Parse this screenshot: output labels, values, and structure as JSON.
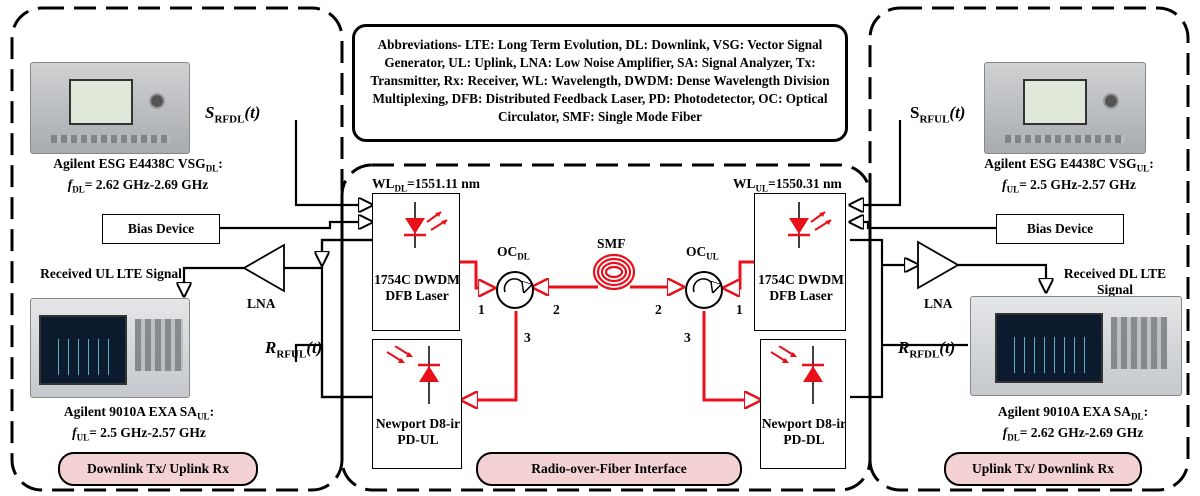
{
  "abbreviations": "Abbreviations- LTE: Long Term Evolution, DL: Downlink, VSG: Vector Signal Generator, UL: Uplink, LNA: Low Noise Amplifier, SA: Signal Analyzer, Tx: Transmitter, Rx: Receiver, WL: Wavelength, DWDM: Dense Wavelength Division Multiplexing, DFB: Distributed Feedback Laser, PD: Photodetector, OC: Optical Circulator, SMF: Single Mode Fiber",
  "left": {
    "vsg": {
      "line1": "Agilent ESG E4438C VSG",
      "line1_sub": "DL",
      "line1_suffix": ":",
      "line2_var": "f",
      "line2_sub": "DL",
      "line2_text": "= 2.62 GHz-2.69 GHz"
    },
    "signal_out": {
      "var": "S",
      "sub": "RFDL",
      "arg": "(t)"
    },
    "bias": "Bias Device",
    "received": "Received UL LTE Signal",
    "lna": "LNA",
    "signal_in": {
      "var": "R",
      "sub": "RFUL",
      "arg": "(t)"
    },
    "sa": {
      "line1": "Agilent 9010A EXA SA",
      "line1_sub": "UL",
      "line1_suffix": ":",
      "line2_var": "f",
      "line2_sub": "UL",
      "line2_text": "= 2.5 GHz-2.57 GHz"
    },
    "section_label": "Downlink Tx/ Uplink Rx"
  },
  "center": {
    "wl_dl": {
      "text": "WL",
      "sub": "DL",
      "value": "=1551.11 nm"
    },
    "wl_ul": {
      "text": "WL",
      "sub": "UL",
      "value": "=1550.31 nm"
    },
    "laser_dl": "1754C DWDM DFB Laser",
    "laser_ul": "1754C DWDM DFB Laser",
    "pd_ul": "Newport D8-ir PD-UL",
    "pd_dl": "Newport D8-ir PD-DL",
    "oc_dl": {
      "text": "OC",
      "sub": "DL"
    },
    "oc_ul": {
      "text": "OC",
      "sub": "UL"
    },
    "smf": "SMF",
    "ports": {
      "dl_1": "1",
      "dl_2": "2",
      "dl_3": "3",
      "ul_1": "1",
      "ul_2": "2",
      "ul_3": "3"
    },
    "section_label": "Radio-over-Fiber Interface"
  },
  "right": {
    "vsg": {
      "line1": "Agilent ESG E4438C VSG",
      "line1_sub": "UL",
      "line1_suffix": ":",
      "line2_var": "f",
      "line2_sub": "UL",
      "line2_text": "= 2.5 GHz-2.57 GHz"
    },
    "signal_out": {
      "var": "S",
      "sub": "RFUL",
      "arg": "(t)"
    },
    "bias": "Bias Device",
    "received": "Received DL LTE Signal",
    "lna": "LNA",
    "signal_in": {
      "var": "R",
      "sub": "RFDL",
      "arg": "(t)"
    },
    "sa": {
      "line1": "Agilent 9010A EXA SA",
      "line1_sub": "DL",
      "line1_suffix": ":",
      "line2_var": "f",
      "line2_sub": "DL",
      "line2_text": "= 2.62 GHz-2.69 GHz"
    },
    "section_label": "Uplink Tx/ Downlink Rx"
  },
  "colors": {
    "optical": "#e8101a",
    "electrical": "#000000",
    "pill": "#f4d2d4"
  }
}
